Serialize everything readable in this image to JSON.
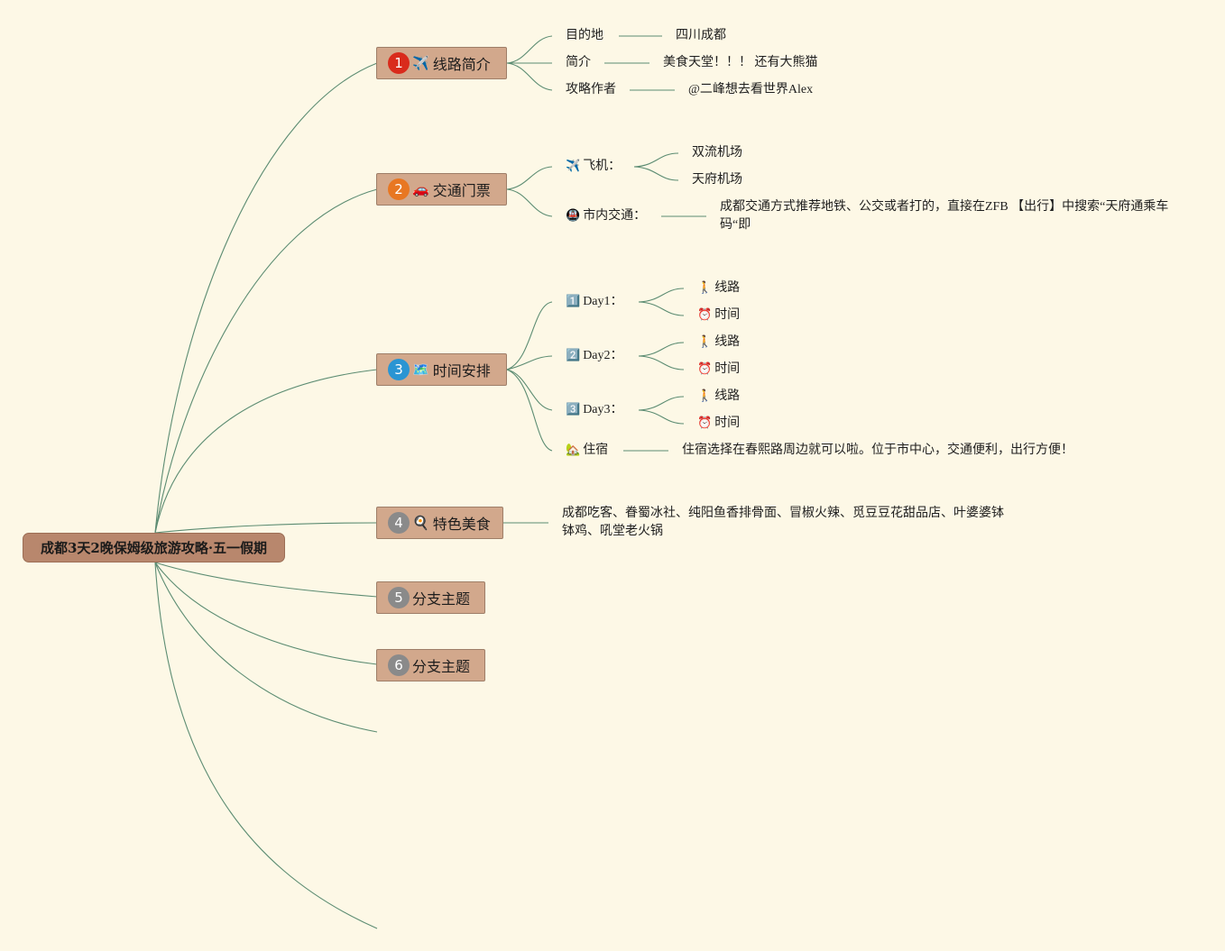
{
  "root": {
    "title": "成都3天2晚保姆级旅游攻略·五一假期"
  },
  "colors": {
    "badge1": "#d92b1c",
    "badge2": "#e87722",
    "badge3": "#2a95d3",
    "badge_gray": "#8a8a8a"
  },
  "branches": [
    {
      "badge": "1",
      "emoji": "✈️",
      "label": "线路简介",
      "items": [
        {
          "label": "目的地",
          "value": "四川成都"
        },
        {
          "label": "简介",
          "value": "美食天堂！！！ 还有大熊猫"
        },
        {
          "label": "攻略作者",
          "value": "@二峰想去看世界Alex"
        }
      ]
    },
    {
      "badge": "2",
      "emoji": "🚗",
      "label": "交通门票",
      "items": [
        {
          "icon": "✈️",
          "label": "飞机：",
          "children": [
            "双流机场",
            "天府机场"
          ]
        },
        {
          "icon": "🚇",
          "label": "市内交通：",
          "value": "成都交通方式推荐地铁、公交或者打的，直接在ZFB 【出行】中搜索“天府通乘车码“即"
        }
      ]
    },
    {
      "badge": "3",
      "emoji": "🗺️",
      "label": "时间安排",
      "days": [
        {
          "icon": "1️⃣",
          "label": "Day1：",
          "children": [
            {
              "icon": "🚶",
              "label": "线路"
            },
            {
              "icon": "⏰",
              "label": "时间"
            }
          ]
        },
        {
          "icon": "2️⃣",
          "label": "Day2：",
          "children": [
            {
              "icon": "🚶",
              "label": "线路"
            },
            {
              "icon": "⏰",
              "label": "时间"
            }
          ]
        },
        {
          "icon": "3️⃣",
          "label": "Day3：",
          "children": [
            {
              "icon": "🚶",
              "label": "线路"
            },
            {
              "icon": "⏰",
              "label": "时间"
            }
          ]
        }
      ],
      "stay": {
        "icon": "🏡",
        "label": "住宿",
        "value": "住宿选择在春熙路周边就可以啦。位于市中心，交通便利，出行方便！"
      }
    },
    {
      "badge": "4",
      "emoji": "🍳",
      "label": "特色美食",
      "value": "成都吃客、眷蜀冰社、纯阳鱼香排骨面、冒椒火辣、觅豆豆花甜品店、叶婆婆钵钵鸡、吼堂老火锅"
    },
    {
      "badge": "5",
      "label": "分支主题"
    },
    {
      "badge": "6",
      "label": "分支主题"
    }
  ]
}
